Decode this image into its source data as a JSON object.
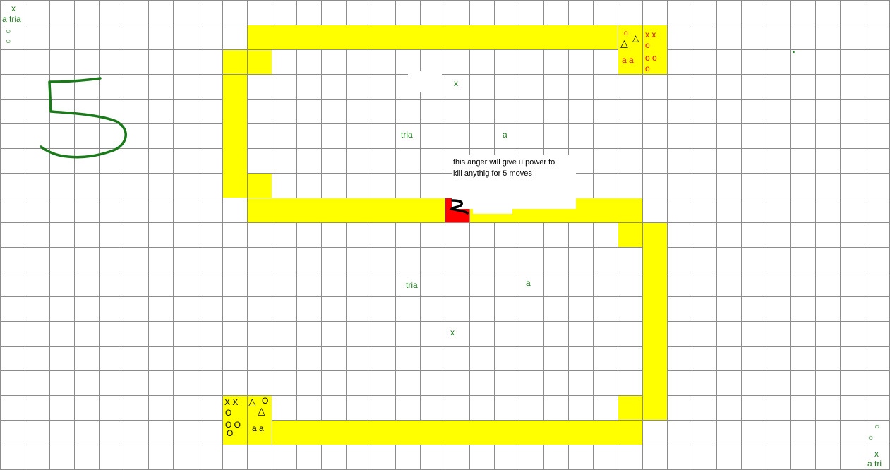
{
  "board": {
    "path_color": "#ffff00",
    "special_color": "#ff0000",
    "annotation_color": "#1a7a1a",
    "note_text_line1": "this anger will give u power to",
    "note_text_line2": "kill anythig for 5 moves",
    "big_number": "5",
    "labels": {
      "tria_upper": "tria",
      "a_upper": "a",
      "x_upper": "x",
      "tria_lower": "tria",
      "a_lower": "a",
      "x_lower": "x"
    },
    "corner_top_left": {
      "x": "x",
      "a_tria": "a tria",
      "o1": "○",
      "o2": "○"
    },
    "corner_bottom_right": {
      "o1": "○",
      "o2": "○",
      "x": "x",
      "a_tri": "a  tri"
    },
    "home_top_right": {
      "o1": "o",
      "tri1": "△",
      "tri2": "△",
      "xx": "x  x",
      "o2": "o",
      "aa": "a  a",
      "oo": "o  o",
      "o3": "o"
    },
    "home_bottom_left": {
      "xx": "X X",
      "o1": "O",
      "oo": "O O",
      "o2": "O",
      "tri1": "△",
      "o3": "O",
      "tri2": "△",
      "aa": "a  a"
    }
  }
}
